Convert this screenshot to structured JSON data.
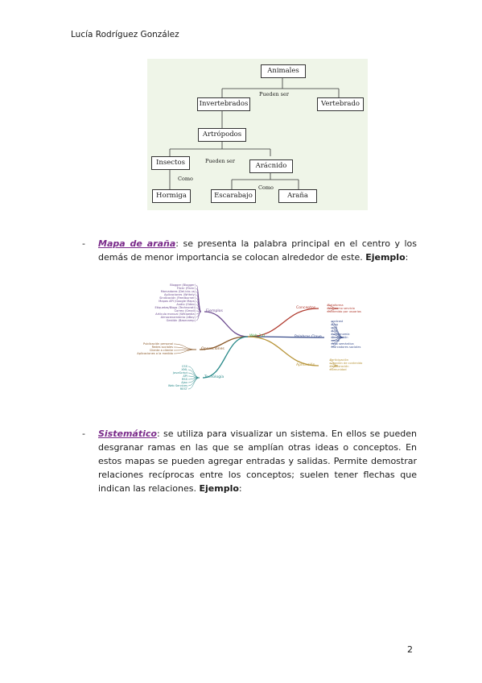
{
  "header": {
    "author": "Lucía Rodríguez González"
  },
  "concept_map": {
    "nodes": {
      "animales": "Animales",
      "invertebrados": "Invertebrados",
      "vertebrado": "Vertebrado",
      "artropodos": "Artrópodos",
      "insectos": "Insectos",
      "aracnido": "Arácnido",
      "hormiga": "Hormiga",
      "escarabajo": "Escarabajo",
      "arana": "Araña"
    },
    "labels": {
      "pueden_ser_1": "Pueden ser",
      "pueden_ser_2": "Pueden ser",
      "como_1": "Como",
      "como_2": "Como"
    }
  },
  "items": [
    {
      "term": "Mapa de araña",
      "text": ": se presenta la palabra principal en el centro y los demás de menor importancia se colocan alrededor de este. ",
      "example": "Ejemplo",
      "after": ":"
    },
    {
      "term": "Sistemático",
      "text": ": se utiliza para visualizar un sistema. En ellos se pueden desgranar ramas en las que se amplían otras ideas o conceptos. En estos mapas se pueden agregar entradas y salidas. Permite demostrar relaciones recíprocas entre los conceptos; suelen tener flechas que indican las relaciones. ",
      "example": "Ejemplo",
      "after": ":"
    }
  ],
  "spider_map": {
    "center": "Web 2.0",
    "branches": {
      "ejemplos": "Ejemplos",
      "operaciones": "Operaciones",
      "tecnologia": "Tecnología",
      "conceptos": "Conceptos",
      "palabras_clave": "Palabras Clave",
      "aplicacion": "Aplicación"
    },
    "leaves": {
      "ejemplos": [
        "Blogger (Blogger)",
        "Flickr (Flickr)",
        "Marcadores (Del.icio.us)",
        "Aplicaciones (Writely)",
        "Sindicación (Feedburner)",
        "Mapas API (Google Maps)",
        "Audio (Odeo)",
        "Etiquetas/Blogs (Technorati)",
        "Correo (Gmail)",
        "Artículo manual (Wikipedia)",
        "Almacenamiento (eBay)",
        "Gestión (Basecamp)"
      ],
      "operaciones": [
        "Publicación personal",
        "Redes sociales",
        "Cliente a cliente",
        "Aplicaciones a la medida"
      ],
      "tecnologia": [
        "CSS",
        "XML",
        "JavaScript",
        "API",
        "RSS",
        "Ajax",
        "Web Services",
        "REST"
      ],
      "conceptos": [
        "Plataforma",
        "Web como servicio",
        "Contenido por usuarios"
      ],
      "palabras_clave": [
        "podcast",
        "Blog",
        "wiki",
        "RSS",
        "Folksonomía",
        "Sindicación",
        "social",
        "Web semántica",
        "Marcadores sociales"
      ],
      "aplicacion": [
        "Participación",
        "Creación de contenido",
        "Colaboración",
        "Comunidad"
      ]
    },
    "colors": {
      "ejemplos": "#6b4a8e",
      "operaciones": "#8b5a2b",
      "tecnologia": "#2a8a8a",
      "conceptos": "#b03a2e",
      "palabras_clave": "#3a4e8c",
      "aplicacion": "#b8953a",
      "center": "#3a9a3a"
    }
  },
  "footer": {
    "page_number": "2"
  }
}
